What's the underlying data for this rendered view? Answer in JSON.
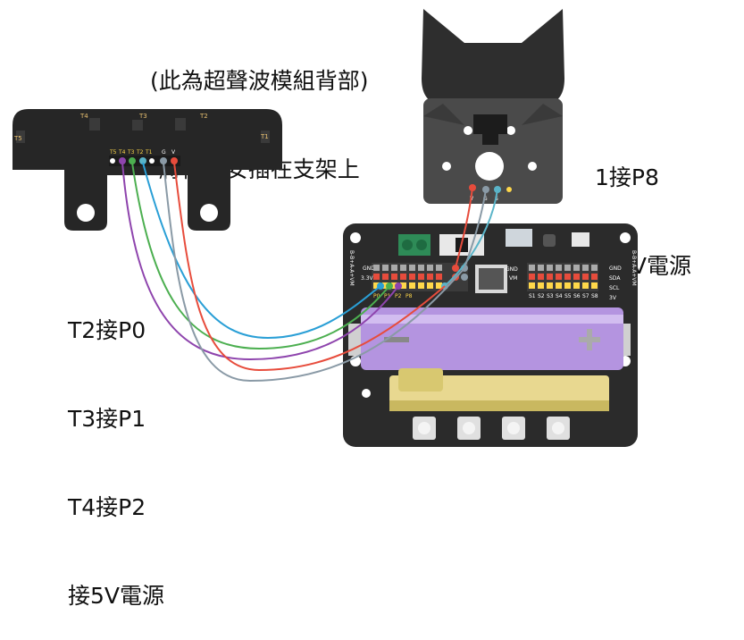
{
  "notes": {
    "top": [
      "(此為超聲波模組背部)",
      "將模組安插在支架上"
    ],
    "right": [
      "1接P8",
      "接5V電源"
    ],
    "left": [
      "T2接P0",
      "T3接P1",
      "T4接P2",
      "接5V電源"
    ]
  },
  "tracker": {
    "sensor_labels": [
      "T5",
      "T4",
      "T3",
      "T2",
      "T1"
    ],
    "pin_labels": [
      "T5",
      "T4",
      "T3",
      "T2",
      "T1",
      "G",
      "V"
    ]
  },
  "ultrasonic": {
    "pin_labels": [
      "V",
      "G",
      "S"
    ]
  },
  "board": {
    "bottom_labels": [
      "P0",
      "P1",
      "P2",
      "P8"
    ],
    "servo_labels": [
      "S1",
      "S2",
      "S3",
      "S4",
      "S5",
      "S6",
      "S7",
      "S8"
    ],
    "gnd_label": "GND",
    "vm_label": "VM",
    "i2c_labels": [
      "GND",
      "SDA",
      "SCL",
      "3V"
    ],
    "side_label": "B-B+A-A+VM",
    "row_labels": [
      "GND",
      "3.3V"
    ]
  },
  "colors": {
    "wire_blue": "#2a9fd6",
    "wire_cyan": "#5ab4c8",
    "wire_green": "#4caf50",
    "wire_purple": "#8e44ad",
    "wire_red": "#e74c3c",
    "wire_gray": "#8a9aa6",
    "battery": "#b494e0",
    "board": "#2b2b2b"
  }
}
